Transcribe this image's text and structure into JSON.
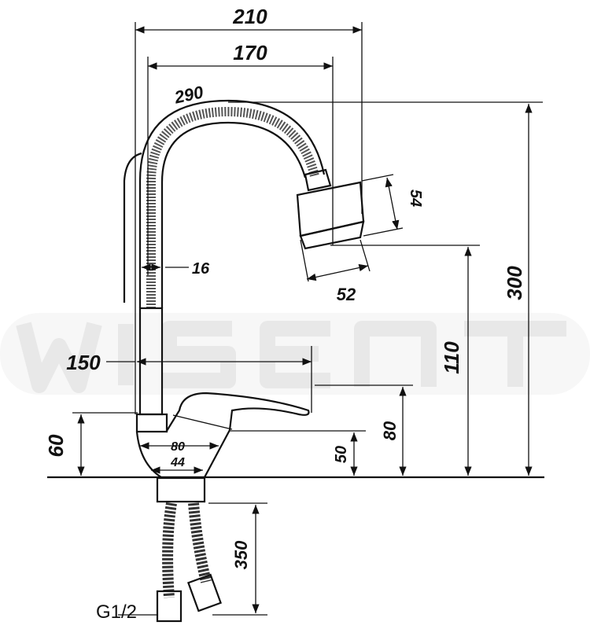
{
  "drawing": {
    "watermark": "WISENT",
    "colors": {
      "line": "#111111",
      "watermark": "#ececec"
    },
    "dimensions": {
      "reach_total": "210",
      "reach_spout": "170",
      "hose_length": "290",
      "head_height": "54",
      "hose_diameter": "16",
      "head_width": "52",
      "total_height": "300",
      "outlet_height": "110",
      "lever_length": "150",
      "lever_height": "80",
      "base_height": "60",
      "body_width": "80",
      "base_diameter": "44",
      "body_height": "50",
      "supply_hose_length": "350",
      "thread": "G1/2"
    }
  }
}
